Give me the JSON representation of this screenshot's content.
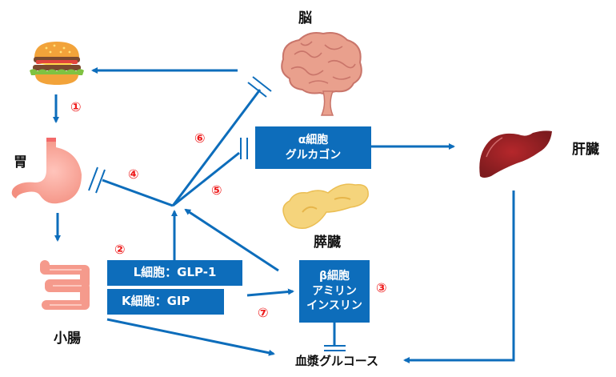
{
  "organs": {
    "brain": "脳",
    "stomach": "胃",
    "small_intestine": "小腸",
    "pancreas": "膵臓",
    "liver": "肝臓",
    "plasma_glucose": "血漿グルコース"
  },
  "boxes": {
    "alpha": {
      "line1": "α細胞",
      "line2": "グルカゴン"
    },
    "beta": {
      "line1": "β細胞",
      "line2": "アミリン",
      "line3": "インスリン"
    },
    "l_cell": "L細胞：GLP-1",
    "k_cell": "K細胞：GIP"
  },
  "step_numbers": [
    "①",
    "②",
    "③",
    "④",
    "⑤",
    "⑥",
    "⑦"
  ],
  "icons": [
    "hamburger-icon",
    "brain-icon",
    "stomach-icon",
    "small-intestine-icon",
    "pancreas-icon",
    "liver-icon"
  ],
  "colors": {
    "arrow": "#0d6dbb",
    "box": "#0d6dbb",
    "step_number": "#ee1c1c"
  }
}
